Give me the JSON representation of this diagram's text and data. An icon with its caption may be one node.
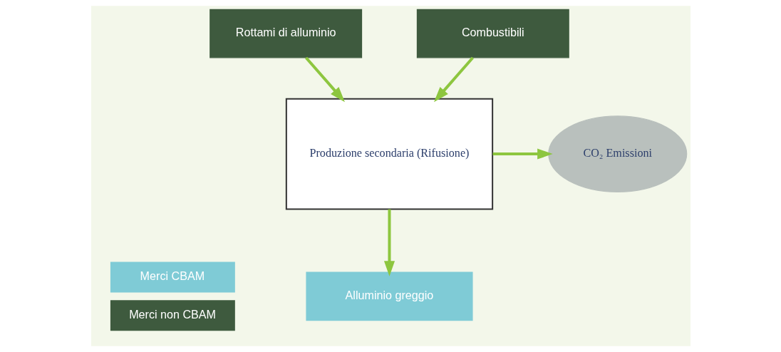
{
  "diagram": {
    "nodes": [
      {
        "text": [
          "Rottami di alluminio"
        ]
      },
      {
        "text": [
          "Combustibili"
        ]
      },
      {
        "text": [
          "Produzione secondaria (Rifusione)"
        ]
      },
      {
        "text": [
          "CO₂ Emissioni"
        ]
      },
      {
        "text": [
          "Alluminio greggio"
        ]
      }
    ],
    "edges": [
      {
        "from": 0,
        "to": 2,
        "arrow": "to"
      },
      {
        "from": 1,
        "to": 2,
        "arrow": "to"
      },
      {
        "from": 2,
        "to": 3,
        "arrow": "to"
      },
      {
        "from": 2,
        "to": 4,
        "arrow": "to"
      }
    ],
    "legend": [
      {
        "text": "Merci CBAM",
        "color": "#7fcbd6"
      },
      {
        "text": "Merci non CBAM",
        "color": "#3e5a3e"
      }
    ]
  }
}
